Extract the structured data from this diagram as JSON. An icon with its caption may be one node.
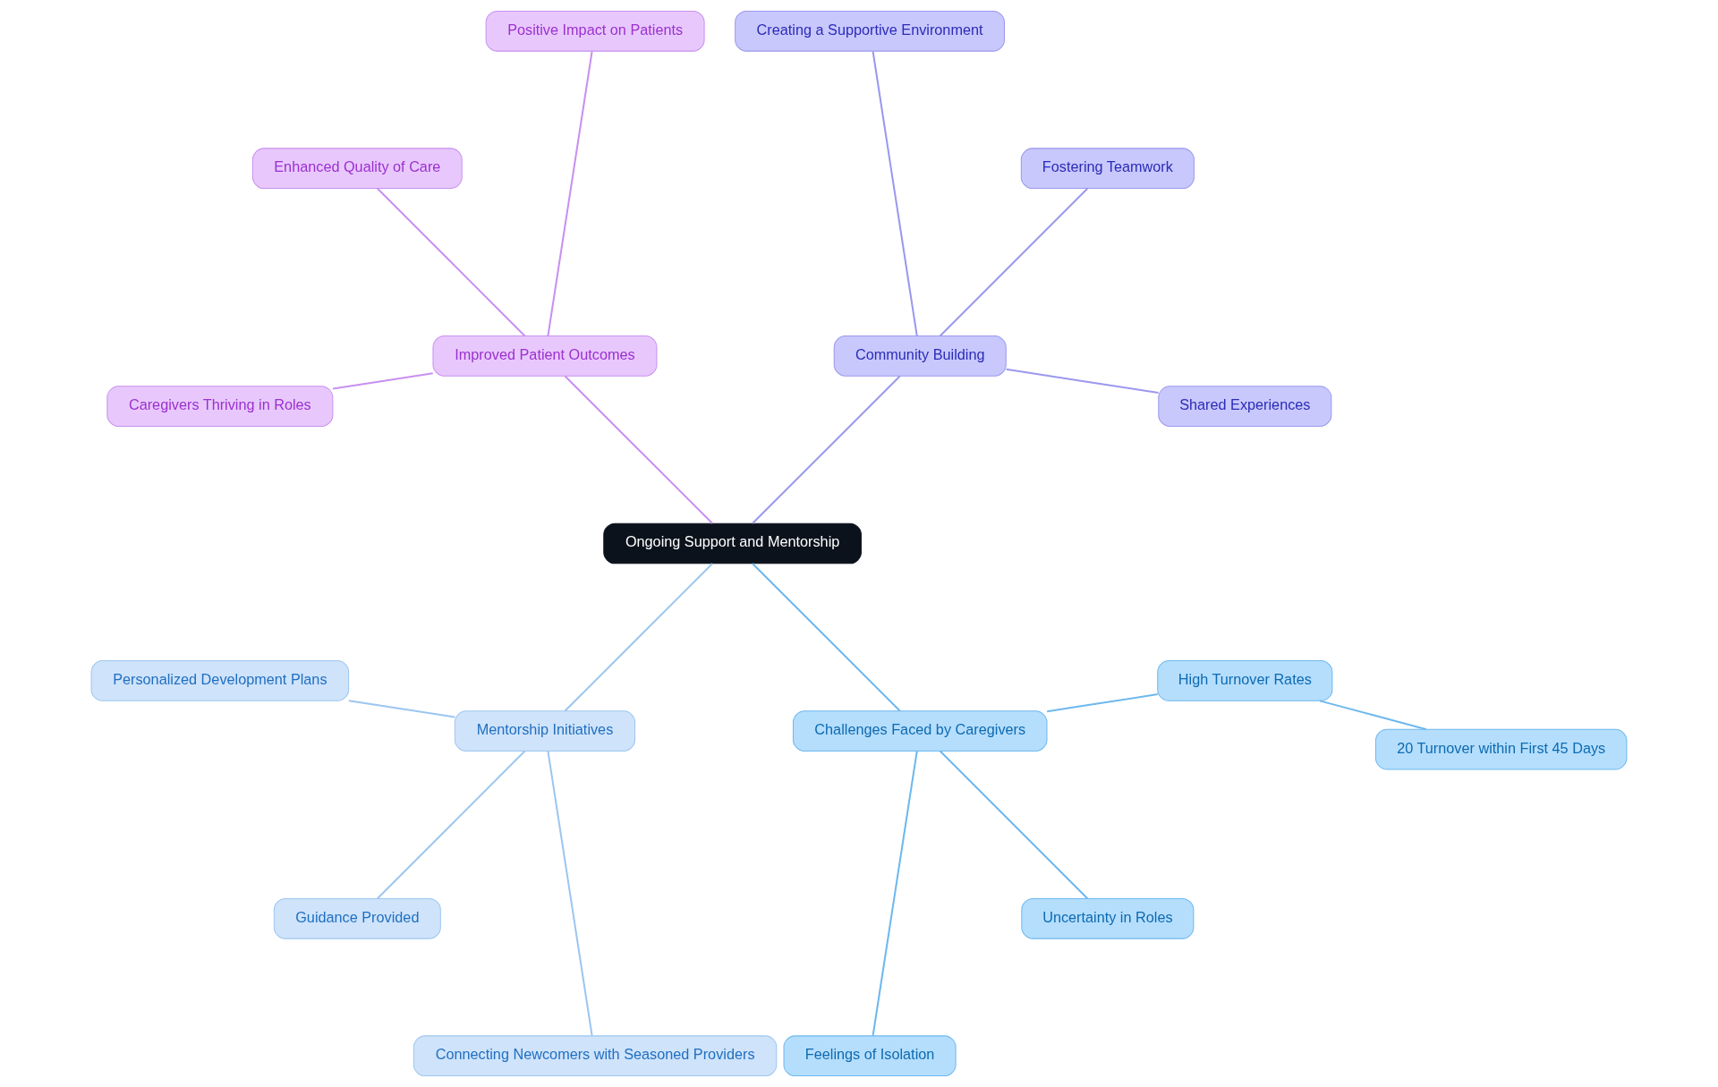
{
  "diagram": {
    "nodes": [
      {
        "text": [
          "Ongoing Support and Mentorship"
        ]
      },
      {
        "text": [
          "Community Building"
        ]
      },
      {
        "text": [
          "Shared Experiences"
        ]
      },
      {
        "text": [
          "Fostering Teamwork"
        ]
      },
      {
        "text": [
          "Creating a Supportive Environment"
        ]
      },
      {
        "text": [
          "Improved Patient Outcomes"
        ]
      },
      {
        "text": [
          "Positive Impact on Patients"
        ]
      },
      {
        "text": [
          "Enhanced Quality of Care"
        ]
      },
      {
        "text": [
          "Caregivers Thriving in Roles"
        ]
      },
      {
        "text": [
          "Mentorship Initiatives"
        ]
      },
      {
        "text": [
          "Personalized Development Plans"
        ]
      },
      {
        "text": [
          "Guidance Provided"
        ]
      },
      {
        "text": [
          "Connecting Newcomers with Seasoned Providers"
        ]
      },
      {
        "text": [
          "Challenges Faced by Caregivers"
        ]
      },
      {
        "text": [
          "Feelings of Isolation"
        ]
      },
      {
        "text": [
          "Uncertainty in Roles"
        ]
      },
      {
        "text": [
          "High Turnover Rates"
        ]
      },
      {
        "text": [
          "20 Turnover within First 45 Days"
        ]
      }
    ],
    "edges": [
      {
        "from": 0,
        "to": 1,
        "arrow": "none",
        "color": "#9b98ee"
      },
      {
        "from": 1,
        "to": 2,
        "arrow": "none",
        "color": "#9b98ee"
      },
      {
        "from": 1,
        "to": 3,
        "arrow": "none",
        "color": "#9b98ee"
      },
      {
        "from": 1,
        "to": 4,
        "arrow": "none",
        "color": "#9b98ee"
      },
      {
        "from": 0,
        "to": 5,
        "arrow": "none",
        "color": "#c890f0"
      },
      {
        "from": 5,
        "to": 6,
        "arrow": "none",
        "color": "#c890f0"
      },
      {
        "from": 5,
        "to": 7,
        "arrow": "none",
        "color": "#c890f0"
      },
      {
        "from": 5,
        "to": 8,
        "arrow": "none",
        "color": "#c890f0"
      },
      {
        "from": 0,
        "to": 9,
        "arrow": "none",
        "color": "#9cc6f0"
      },
      {
        "from": 9,
        "to": 10,
        "arrow": "none",
        "color": "#9cc6f0"
      },
      {
        "from": 9,
        "to": 11,
        "arrow": "none",
        "color": "#9cc6f0"
      },
      {
        "from": 9,
        "to": 12,
        "arrow": "none",
        "color": "#9cc6f0"
      },
      {
        "from": 0,
        "to": 13,
        "arrow": "none"
      },
      {
        "from": 13,
        "to": 14,
        "arrow": "none"
      },
      {
        "from": 13,
        "to": 15,
        "arrow": "none"
      },
      {
        "from": 13,
        "to": 16,
        "arrow": "none"
      },
      {
        "from": 16,
        "to": 17,
        "arrow": "none"
      }
    ]
  }
}
